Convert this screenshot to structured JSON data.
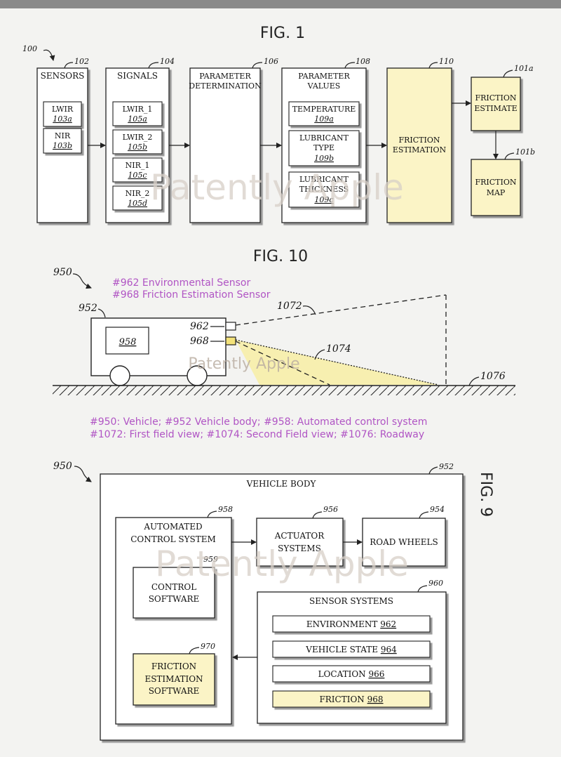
{
  "fig1": {
    "title": "FIG. 1",
    "ref_100": "100",
    "sensors": {
      "label": "SENSORS",
      "ref": "102",
      "lwir": "LWIR",
      "lwir_ref": "103a",
      "nir": "NIR",
      "nir_ref": "103b"
    },
    "signals": {
      "label": "SIGNALS",
      "ref": "104",
      "items": [
        {
          "label": "LWIR_1",
          "ref": "105a"
        },
        {
          "label": "LWIR_2",
          "ref": "105b"
        },
        {
          "label": "NIR_1",
          "ref": "105c"
        },
        {
          "label": "NIR_2",
          "ref": "105d"
        }
      ]
    },
    "param_det": {
      "line1": "PARAMETER",
      "line2": "DETERMINATION",
      "ref": "106"
    },
    "param_values": {
      "line1": "PARAMETER",
      "line2": "VALUES",
      "ref": "108",
      "temperature": "TEMPERATURE",
      "temperature_ref": "109a",
      "lub_type_1": "LUBRICANT",
      "lub_type_2": "TYPE",
      "lub_type_ref": "109b",
      "lub_thick_1": "LUBRICANT",
      "lub_thick_2": "THICKNESS",
      "lub_thick_ref": "109c"
    },
    "friction_est": {
      "line1": "FRICTION",
      "line2": "ESTIMATION",
      "ref": "110"
    },
    "friction_estimate": {
      "line1": "FRICTION",
      "line2": "ESTIMATE",
      "ref": "101a"
    },
    "friction_map": {
      "line1": "FRICTION",
      "line2": "MAP",
      "ref": "101b"
    }
  },
  "fig10": {
    "title": "FIG. 10",
    "ref_950": "950",
    "note_962": "#962 Environmental Sensor",
    "note_968": "#968 Friction Estimation Sensor",
    "ref_952": "952",
    "ref_958": "958",
    "ref_962": "962",
    "ref_968": "968",
    "ref_1072": "1072",
    "ref_1074": "1074",
    "ref_1076": "1076",
    "caption_1": "#950: Vehicle; #952 Vehicle body; #958: Automated control system",
    "caption_2": "#1072: First field view; #1074: Second Field view; #1076: Roadway"
  },
  "fig9": {
    "title": "FIG. 9",
    "ref_950": "950",
    "vehicle_body": {
      "label": "VEHICLE BODY",
      "ref": "952"
    },
    "acs": {
      "line1": "AUTOMATED",
      "line2": "CONTROL SYSTEM",
      "ref": "958"
    },
    "actuator": {
      "line1": "ACTUATOR",
      "line2": "SYSTEMS",
      "ref": "956"
    },
    "wheels": {
      "label": "ROAD WHEELS",
      "ref": "954"
    },
    "control_sw": {
      "line1": "CONTROL",
      "line2": "SOFTWARE",
      "ref": "959"
    },
    "friction_sw": {
      "line1": "FRICTION",
      "line2": "ESTIMATION",
      "line3": "SOFTWARE",
      "ref": "970"
    },
    "sensor_sys": {
      "label": "SENSOR SYSTEMS",
      "ref": "960",
      "items": [
        {
          "label": "ENVIRONMENT",
          "ref": "962"
        },
        {
          "label": "VEHICLE STATE",
          "ref": "964"
        },
        {
          "label": "LOCATION",
          "ref": "966"
        },
        {
          "label": "FRICTION",
          "ref": "968"
        }
      ]
    }
  },
  "watermark": "Patently Apple",
  "colors": {
    "highlight": "#fbf4c6",
    "note": "#b054c4",
    "fov": "#f7efb0"
  }
}
